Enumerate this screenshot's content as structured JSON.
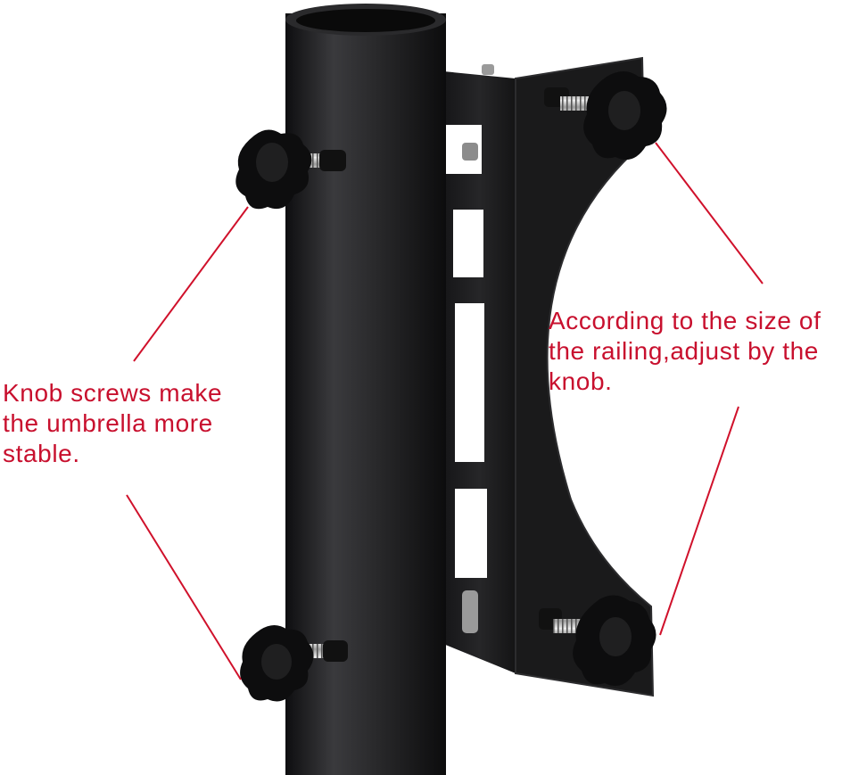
{
  "colors": {
    "annotation_text": "#c8102e",
    "annotation_line": "#d0112b",
    "metal": "#1d1d1f",
    "knob": "#0d0d0e",
    "background": "#ffffff"
  },
  "callouts": {
    "left": {
      "lines": [
        "Knob screws make",
        "the umbrella more",
        "stable."
      ]
    },
    "right": {
      "lines": [
        "According to the size of",
        "the railing,adjust by the",
        "knob."
      ]
    }
  },
  "icons": [
    "star-knob-icon",
    "threaded-screw-icon"
  ]
}
